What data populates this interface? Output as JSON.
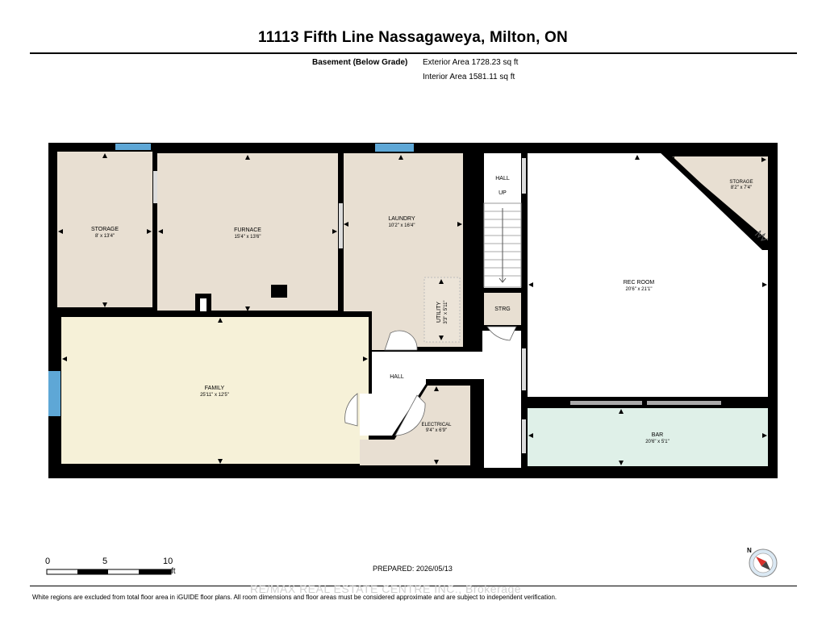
{
  "header": {
    "title": "11113 Fifth Line Nassagaweya, Milton, ON",
    "floor_label": "Basement (Below Grade)",
    "exterior_area": "Exterior Area 1728.23 sq ft",
    "interior_area": "Interior Area 1581.11 sq ft"
  },
  "rooms": {
    "storage_left": {
      "name": "STORAGE",
      "dim": "8' x 13'4\""
    },
    "furnace": {
      "name": "FURNACE",
      "dim": "15'4\" x 13'6\""
    },
    "laundry": {
      "name": "LAUNDRY",
      "dim": "10'2\" x 16'4\""
    },
    "utility": {
      "name": "UTILITY",
      "dim": "3'3\" x 5'11\""
    },
    "hall_top": {
      "name": "HALL",
      "sub": "UP"
    },
    "strg": {
      "name": "STRG"
    },
    "storage_right": {
      "name": "STORAGE",
      "dim": "8'2\" x 7'4\""
    },
    "rec_room": {
      "name": "REC ROOM",
      "dim": "20'6\" x 21'1\""
    },
    "family": {
      "name": "FAMILY",
      "dim": "25'11\" x 12'5\""
    },
    "hall_mid": {
      "name": "HALL"
    },
    "electrical": {
      "name": "ELECTRICAL",
      "dim": "9'4\" x 6'9\""
    },
    "bar": {
      "name": "BAR",
      "dim": "20'6\" x 5'1\""
    }
  },
  "colors": {
    "wall": "#000000",
    "room_fill": "#e8dfd2",
    "family_fill": "#f6f1d8",
    "bar_fill": "#dff0e8",
    "hall_fill": "#ffffff",
    "window": "#5ea7d6"
  },
  "scale": {
    "ticks": [
      "0",
      "5",
      "10"
    ],
    "unit": "ft"
  },
  "prepared": "PREPARED: 2026/05/13",
  "watermark": "RE/MAX REAL ESTATE CENTRE INC., Brokerage",
  "footer": "White regions are excluded from total floor area in iGUIDE floor plans. All room dimensions and floor areas must be considered approximate and are subject to independent verification.",
  "compass": {
    "label": "N",
    "icon": "compass-icon"
  }
}
